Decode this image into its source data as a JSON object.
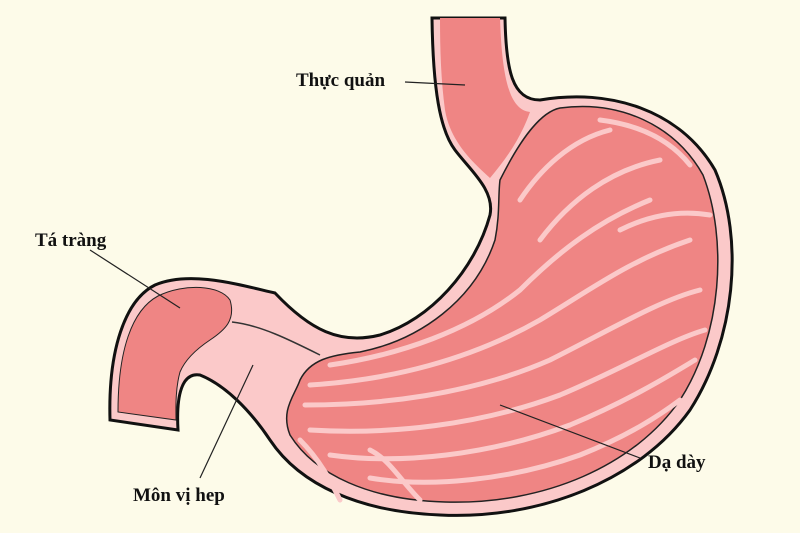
{
  "labels": {
    "esophagus": "Thực quản",
    "duodenum": "Tá tràng",
    "pylorus": "Môn vị hep",
    "stomach": "Dạ dày"
  },
  "colors": {
    "background": "#fdfbe9",
    "mucosa": "#ef8584",
    "lining": "#fbc9c9",
    "outline": "#111111"
  }
}
